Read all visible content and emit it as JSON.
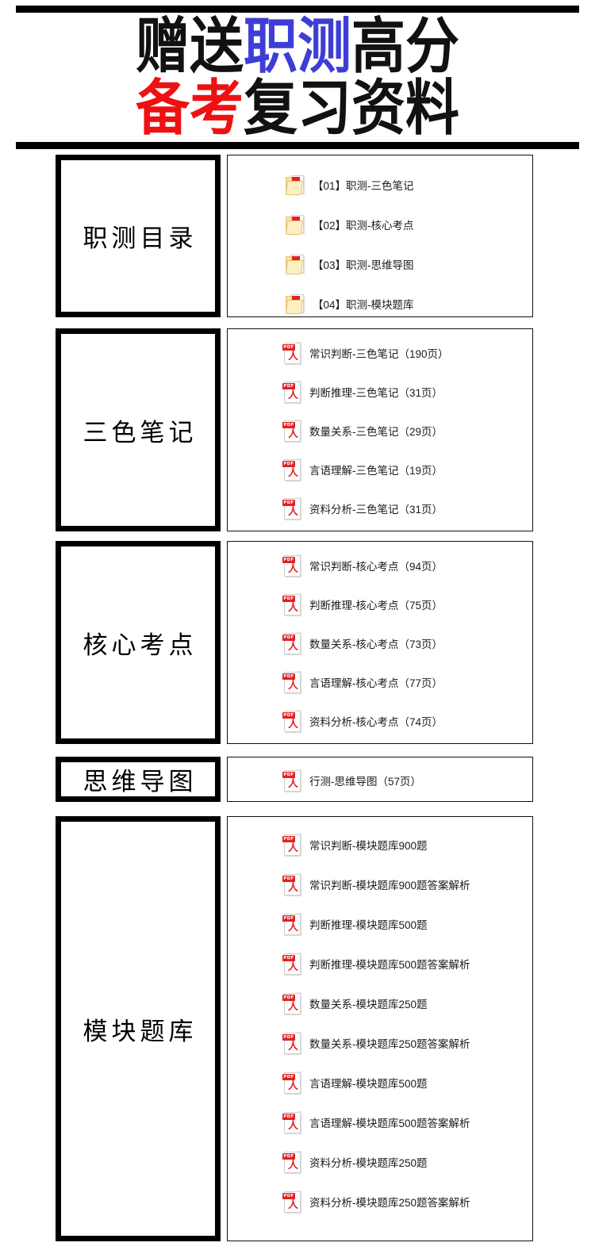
{
  "header": {
    "line1": [
      {
        "text": "赠送",
        "color": "#111111"
      },
      {
        "text": "职测",
        "color": "#3E3ED6"
      },
      {
        "text": "高分",
        "color": "#111111"
      }
    ],
    "line2": [
      {
        "text": "备考",
        "color": "#EE1111"
      },
      {
        "text": "复习资料",
        "color": "#111111"
      }
    ],
    "full_text": "赠送职测高分 备考复习资料",
    "accent_blue": "#3E3ED6",
    "accent_red": "#EE1111",
    "rule_color": "#000000"
  },
  "sections": [
    {
      "label": "职测目录",
      "icon_type": "folder",
      "items": [
        {
          "name": "【01】职测-三色笔记"
        },
        {
          "name": "【02】职测-核心考点"
        },
        {
          "name": "【03】职测-思维导图"
        },
        {
          "name": "【04】职测-模块题库"
        }
      ]
    },
    {
      "label": "三色笔记",
      "icon_type": "pdf",
      "items": [
        {
          "name": "常识判断-三色笔记（190页）"
        },
        {
          "name": "判断推理-三色笔记（31页）"
        },
        {
          "name": "数量关系-三色笔记（29页）"
        },
        {
          "name": "言语理解-三色笔记（19页）"
        },
        {
          "name": "资料分析-三色笔记（31页）"
        }
      ]
    },
    {
      "label": "核心考点",
      "icon_type": "pdf",
      "items": [
        {
          "name": "常识判断-核心考点（94页）"
        },
        {
          "name": "判断推理-核心考点（75页）"
        },
        {
          "name": "数量关系-核心考点（73页）"
        },
        {
          "name": "言语理解-核心考点（77页）"
        },
        {
          "name": "资料分析-核心考点（74页）"
        }
      ]
    },
    {
      "label": "思维导图",
      "icon_type": "pdf",
      "items": [
        {
          "name": "行测-思维导图（57页）"
        }
      ]
    },
    {
      "label": "模块题库",
      "icon_type": "pdf",
      "items": [
        {
          "name": "常识判断-模块题库900题"
        },
        {
          "name": "常识判断-模块题库900题答案解析"
        },
        {
          "name": "判断推理-模块题库500题"
        },
        {
          "name": "判断推理-模块题库500题答案解析"
        },
        {
          "name": "数量关系-模块题库250题"
        },
        {
          "name": "数量关系-模块题库250题答案解析"
        },
        {
          "name": "言语理解-模块题库500题"
        },
        {
          "name": "言语理解-模块题库500题答案解析"
        },
        {
          "name": "资料分析-模块题库250题"
        },
        {
          "name": "资料分析-模块题库250题答案解析"
        }
      ]
    }
  ],
  "icons": {
    "pdf": "pdf-file-icon",
    "folder": "folder-with-pdf-icon",
    "pdf_tag_label": "PDF",
    "pdf_swirl_glyph": "人"
  }
}
